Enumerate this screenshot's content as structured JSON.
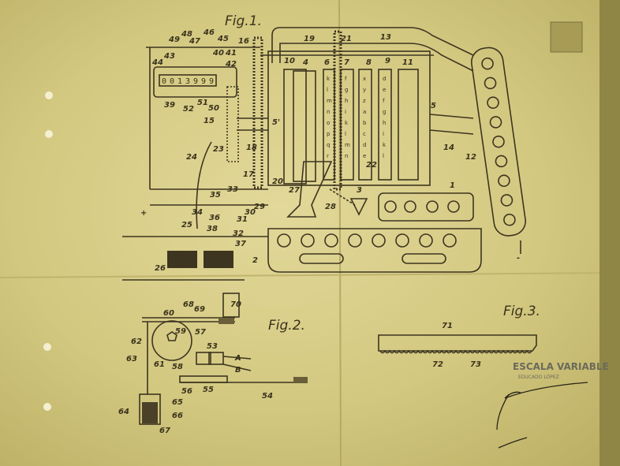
{
  "fig1": {
    "title": "Fig.1.",
    "counter_digits": [
      "0",
      "0",
      "1",
      "3",
      "9",
      "9",
      "9"
    ],
    "drum_letters": {
      "col6": [
        "k",
        "l",
        "m",
        "n",
        "o",
        "p",
        "q",
        "r"
      ],
      "col7": [
        "f",
        "g",
        "h",
        "i",
        "k",
        "l",
        "m",
        "n"
      ],
      "col8": [
        "x",
        "y",
        "z",
        "a",
        "b",
        "c",
        "d",
        "e"
      ],
      "col9": [
        "d",
        "e",
        "f",
        "g",
        "h",
        "i",
        "k",
        "l"
      ]
    },
    "labels": [
      "16",
      "19",
      "21",
      "13",
      "49",
      "48",
      "46",
      "45",
      "43",
      "47",
      "40",
      "41",
      "42",
      "44",
      "39",
      "52",
      "51",
      "50",
      "15",
      "10",
      "4",
      "6",
      "7",
      "8",
      "9",
      "11",
      "5",
      "5'",
      "14",
      "12",
      "18",
      "23",
      "24",
      "17",
      "20",
      "27",
      "3",
      "22",
      "28",
      "1",
      "33",
      "35",
      "34",
      "36",
      "29",
      "30",
      "31",
      "32",
      "37",
      "38",
      "25",
      "26",
      "2",
      "+",
      "-"
    ]
  },
  "fig2": {
    "title": "Fig.2.",
    "labels": [
      "68",
      "69",
      "60",
      "59",
      "57",
      "62",
      "63",
      "61",
      "53",
      "A",
      "B",
      "58",
      "56",
      "55",
      "54",
      "64",
      "65",
      "66",
      "67",
      "70"
    ]
  },
  "fig3": {
    "title": "Fig.3.",
    "labels": [
      "71",
      "72",
      "73"
    ]
  },
  "stamp": {
    "line1": "ESCALA VARIABLE",
    "line2": "EDUCADO LÓPEZ"
  }
}
